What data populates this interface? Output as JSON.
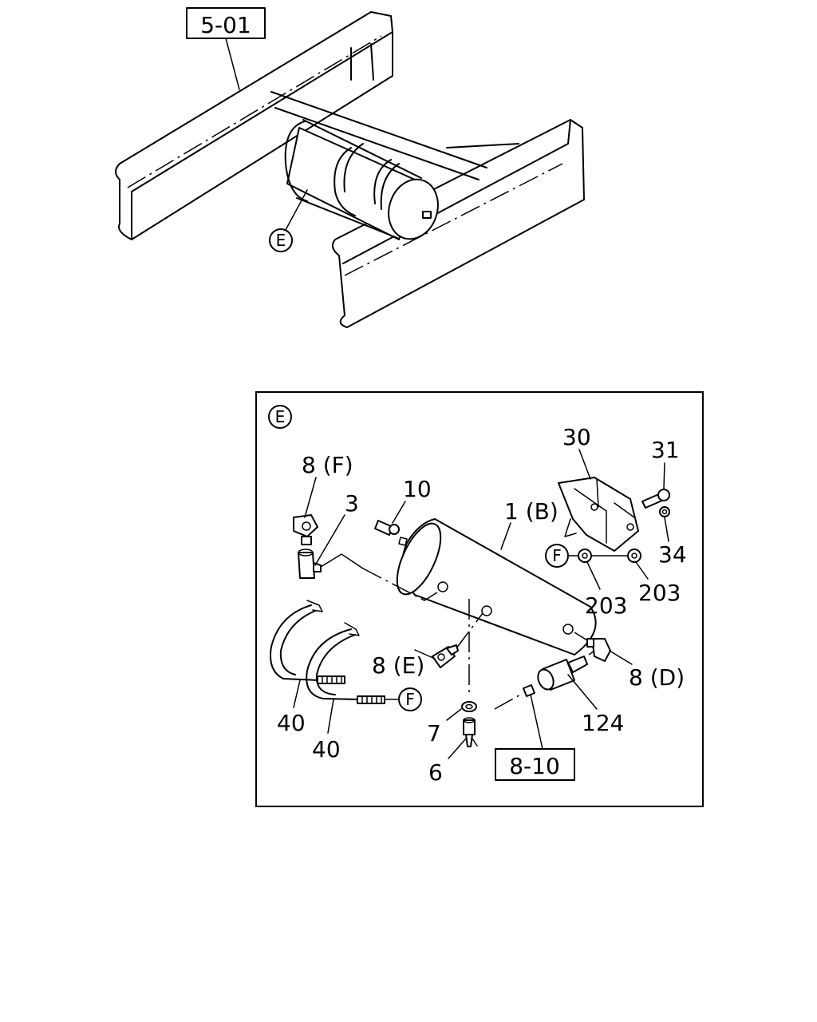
{
  "overview": {
    "ref_box": "5-01",
    "callout_e": "E"
  },
  "detail": {
    "panel_tag": "E",
    "parts": {
      "p1": "1 (B)",
      "p3": "3",
      "p6": "6",
      "p7": "7",
      "p8e": "8 (E)",
      "p8f": "8 (F)",
      "p8d": "8 (D)",
      "p10": "10",
      "p30": "30",
      "p31": "31",
      "p34": "34",
      "p40a": "40",
      "p40b": "40",
      "p124": "124",
      "p203a": "203",
      "p203b": "203"
    },
    "callout_f1": "F",
    "callout_f2": "F",
    "ref_box": "8-10"
  }
}
